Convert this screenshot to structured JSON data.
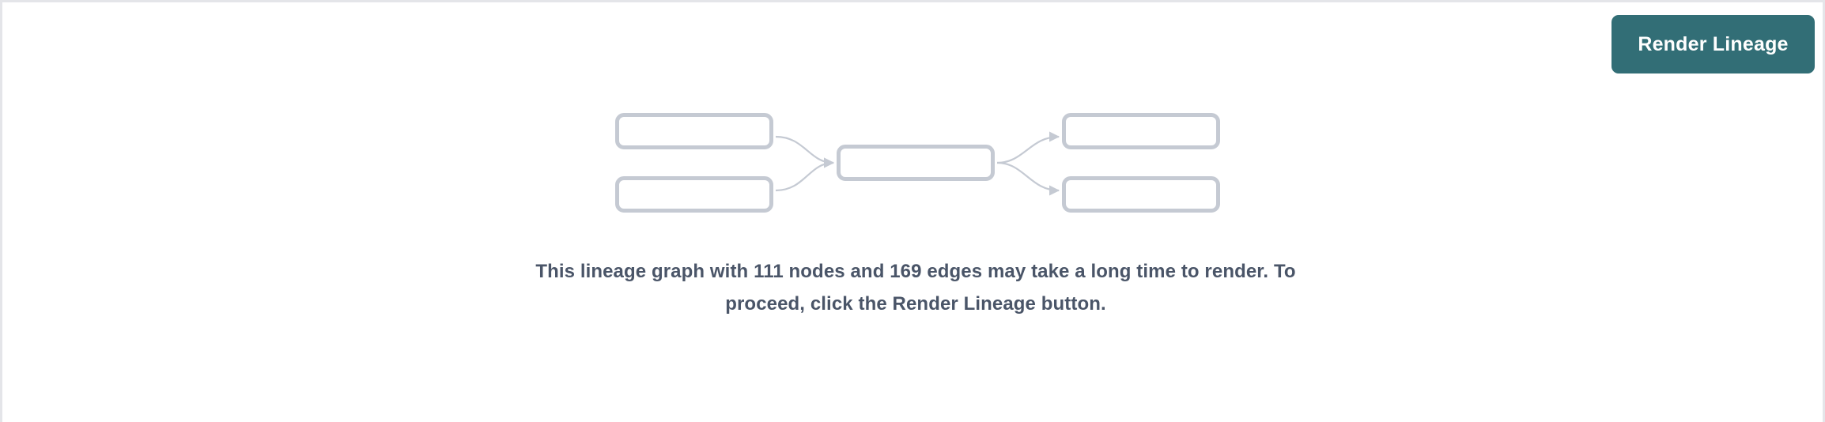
{
  "panel": {
    "name": "lineage-viewer",
    "background_color": "#ffffff",
    "border_color": "#e4e5e9"
  },
  "toolbar": {
    "render_button_label": "Render Lineage",
    "render_button_color": "#326e76",
    "render_button_text_color": "#ffffff"
  },
  "graph_placeholder": {
    "node_border_color": "#c5cad3",
    "edge_color": "#c5cad3",
    "nodes": [
      {
        "id": "source-top",
        "label": ""
      },
      {
        "id": "source-bottom",
        "label": ""
      },
      {
        "id": "center",
        "label": ""
      },
      {
        "id": "target-top",
        "label": ""
      },
      {
        "id": "target-bottom",
        "label": ""
      }
    ],
    "edges": [
      {
        "from": "source-top",
        "to": "center"
      },
      {
        "from": "source-bottom",
        "to": "center"
      },
      {
        "from": "center",
        "to": "target-top"
      },
      {
        "from": "center",
        "to": "target-bottom"
      }
    ]
  },
  "message": {
    "text": "This lineage graph with 111 nodes and 169 edges may take a long time to render. To proceed, click the Render Lineage button.",
    "node_count": 111,
    "edge_count": 169,
    "text_color": "#4a5568"
  }
}
